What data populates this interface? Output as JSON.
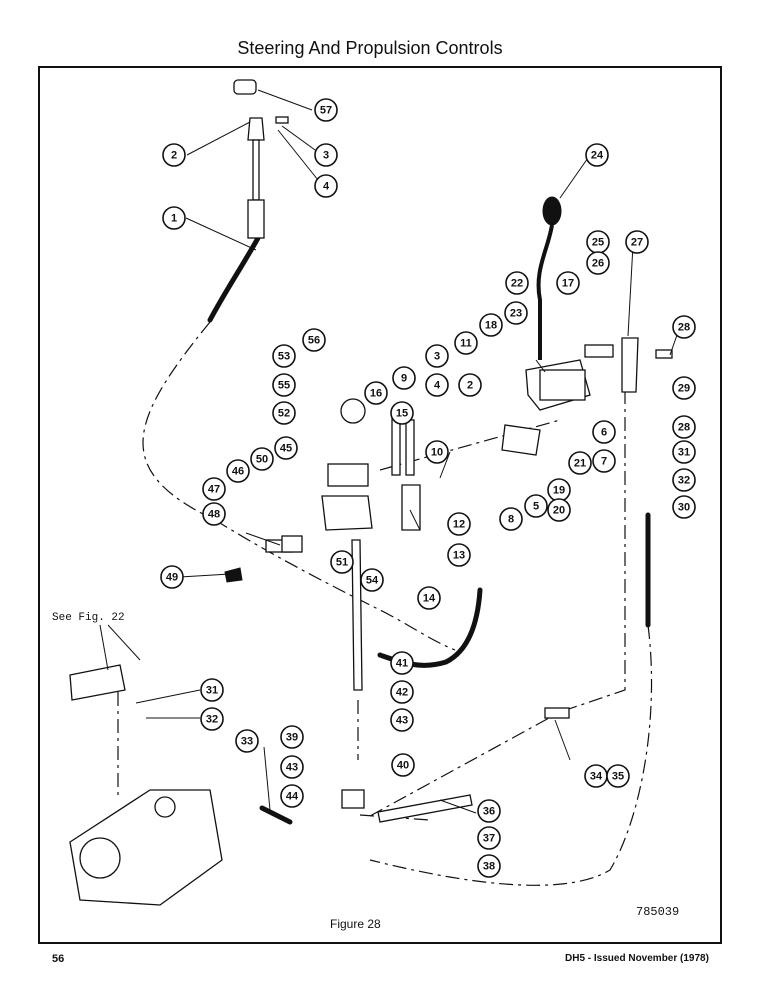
{
  "page": {
    "title": "Steering And Propulsion Controls",
    "figure_caption": "Figure 28",
    "drawing_number": "785039",
    "cross_reference": "See Fig. 22",
    "page_number": "56",
    "issue_note": "DH5 - Issued November (1978)"
  },
  "callouts": [
    "57",
    "2",
    "3",
    "4",
    "1",
    "24",
    "22",
    "17",
    "25",
    "26",
    "27",
    "23",
    "18",
    "28",
    "29",
    "28",
    "31",
    "32",
    "30",
    "56",
    "53",
    "55",
    "52",
    "16",
    "15",
    "9",
    "3",
    "4",
    "2",
    "11",
    "10",
    "12",
    "13",
    "8",
    "5",
    "19",
    "20",
    "21",
    "6",
    "7",
    "45",
    "46",
    "50",
    "47",
    "48",
    "49",
    "51",
    "54",
    "14",
    "41",
    "42",
    "43",
    "39",
    "40",
    "43",
    "44",
    "33",
    "31",
    "32",
    "34",
    "35",
    "36",
    "37",
    "38"
  ]
}
